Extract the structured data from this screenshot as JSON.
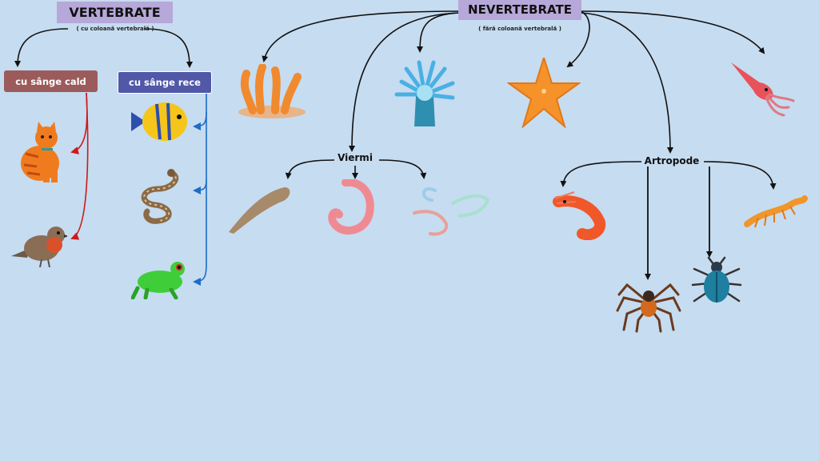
{
  "vertebrate": {
    "title": "VERTEBRATE",
    "subtitle": "( cu coloană vertebrală )",
    "warm": "cu sânge cald",
    "cold": "cu sânge rece"
  },
  "nevertebrate": {
    "title": "NEVERTEBRATE",
    "subtitle": "( fără coloană vertebrală )",
    "viermi": "Viermi",
    "artropode": "Artropode"
  },
  "colors": {
    "background": "#c6dcf0",
    "title_box": "#b6a8d8",
    "warm_pill": "#9b5b5b",
    "cold_pill": "#5158a8",
    "warm_line": "#d01818",
    "cold_line": "#1c6cc8"
  },
  "animals": {
    "warm": [
      "cat-icon",
      "robin-icon"
    ],
    "cold": [
      "fish-icon",
      "snake-icon",
      "frog-icon"
    ],
    "invertebrates": [
      "coral-icon",
      "sea-anemone-icon",
      "starfish-icon",
      "squid-icon"
    ],
    "worms": [
      "flatworm-icon",
      "earthworm-icon",
      "roundworm-icon"
    ],
    "arthropods": [
      "shrimp-icon",
      "spider-icon",
      "beetle-icon",
      "centipede-icon"
    ]
  }
}
